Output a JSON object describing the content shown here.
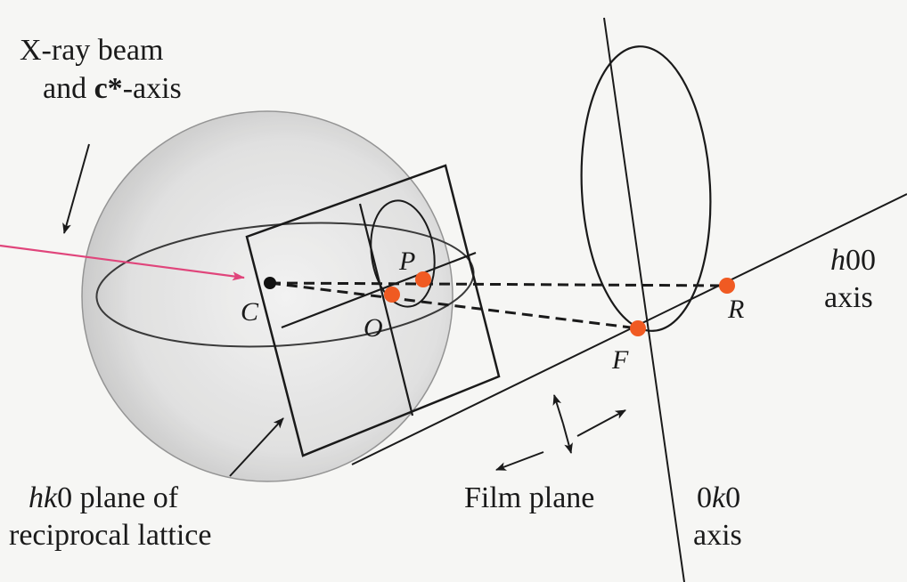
{
  "labels": {
    "xray_line1": "X-ray beam",
    "xray_line2_pre": "and ",
    "xray_line2_bold": "c*",
    "xray_line2_post": "-axis",
    "h00_italic": "h",
    "h00_rest": "00",
    "h00_axis": "axis",
    "hk0_italic": "hk",
    "hk0_rest": "0 plane of",
    "hk0_line2": "reciprocal lattice",
    "film_plane": "Film plane",
    "ok0_pre": "0",
    "ok0_italic": "k",
    "ok0_post": "0",
    "ok0_axis": "axis",
    "point_C": "C",
    "point_O": "O",
    "point_P": "P",
    "point_F": "F",
    "point_R": "R"
  },
  "colors": {
    "beam": "#e0457b",
    "spot": "#f05a22",
    "ink": "#1a1a1a",
    "sphere_fill": "#d4d4d4"
  }
}
